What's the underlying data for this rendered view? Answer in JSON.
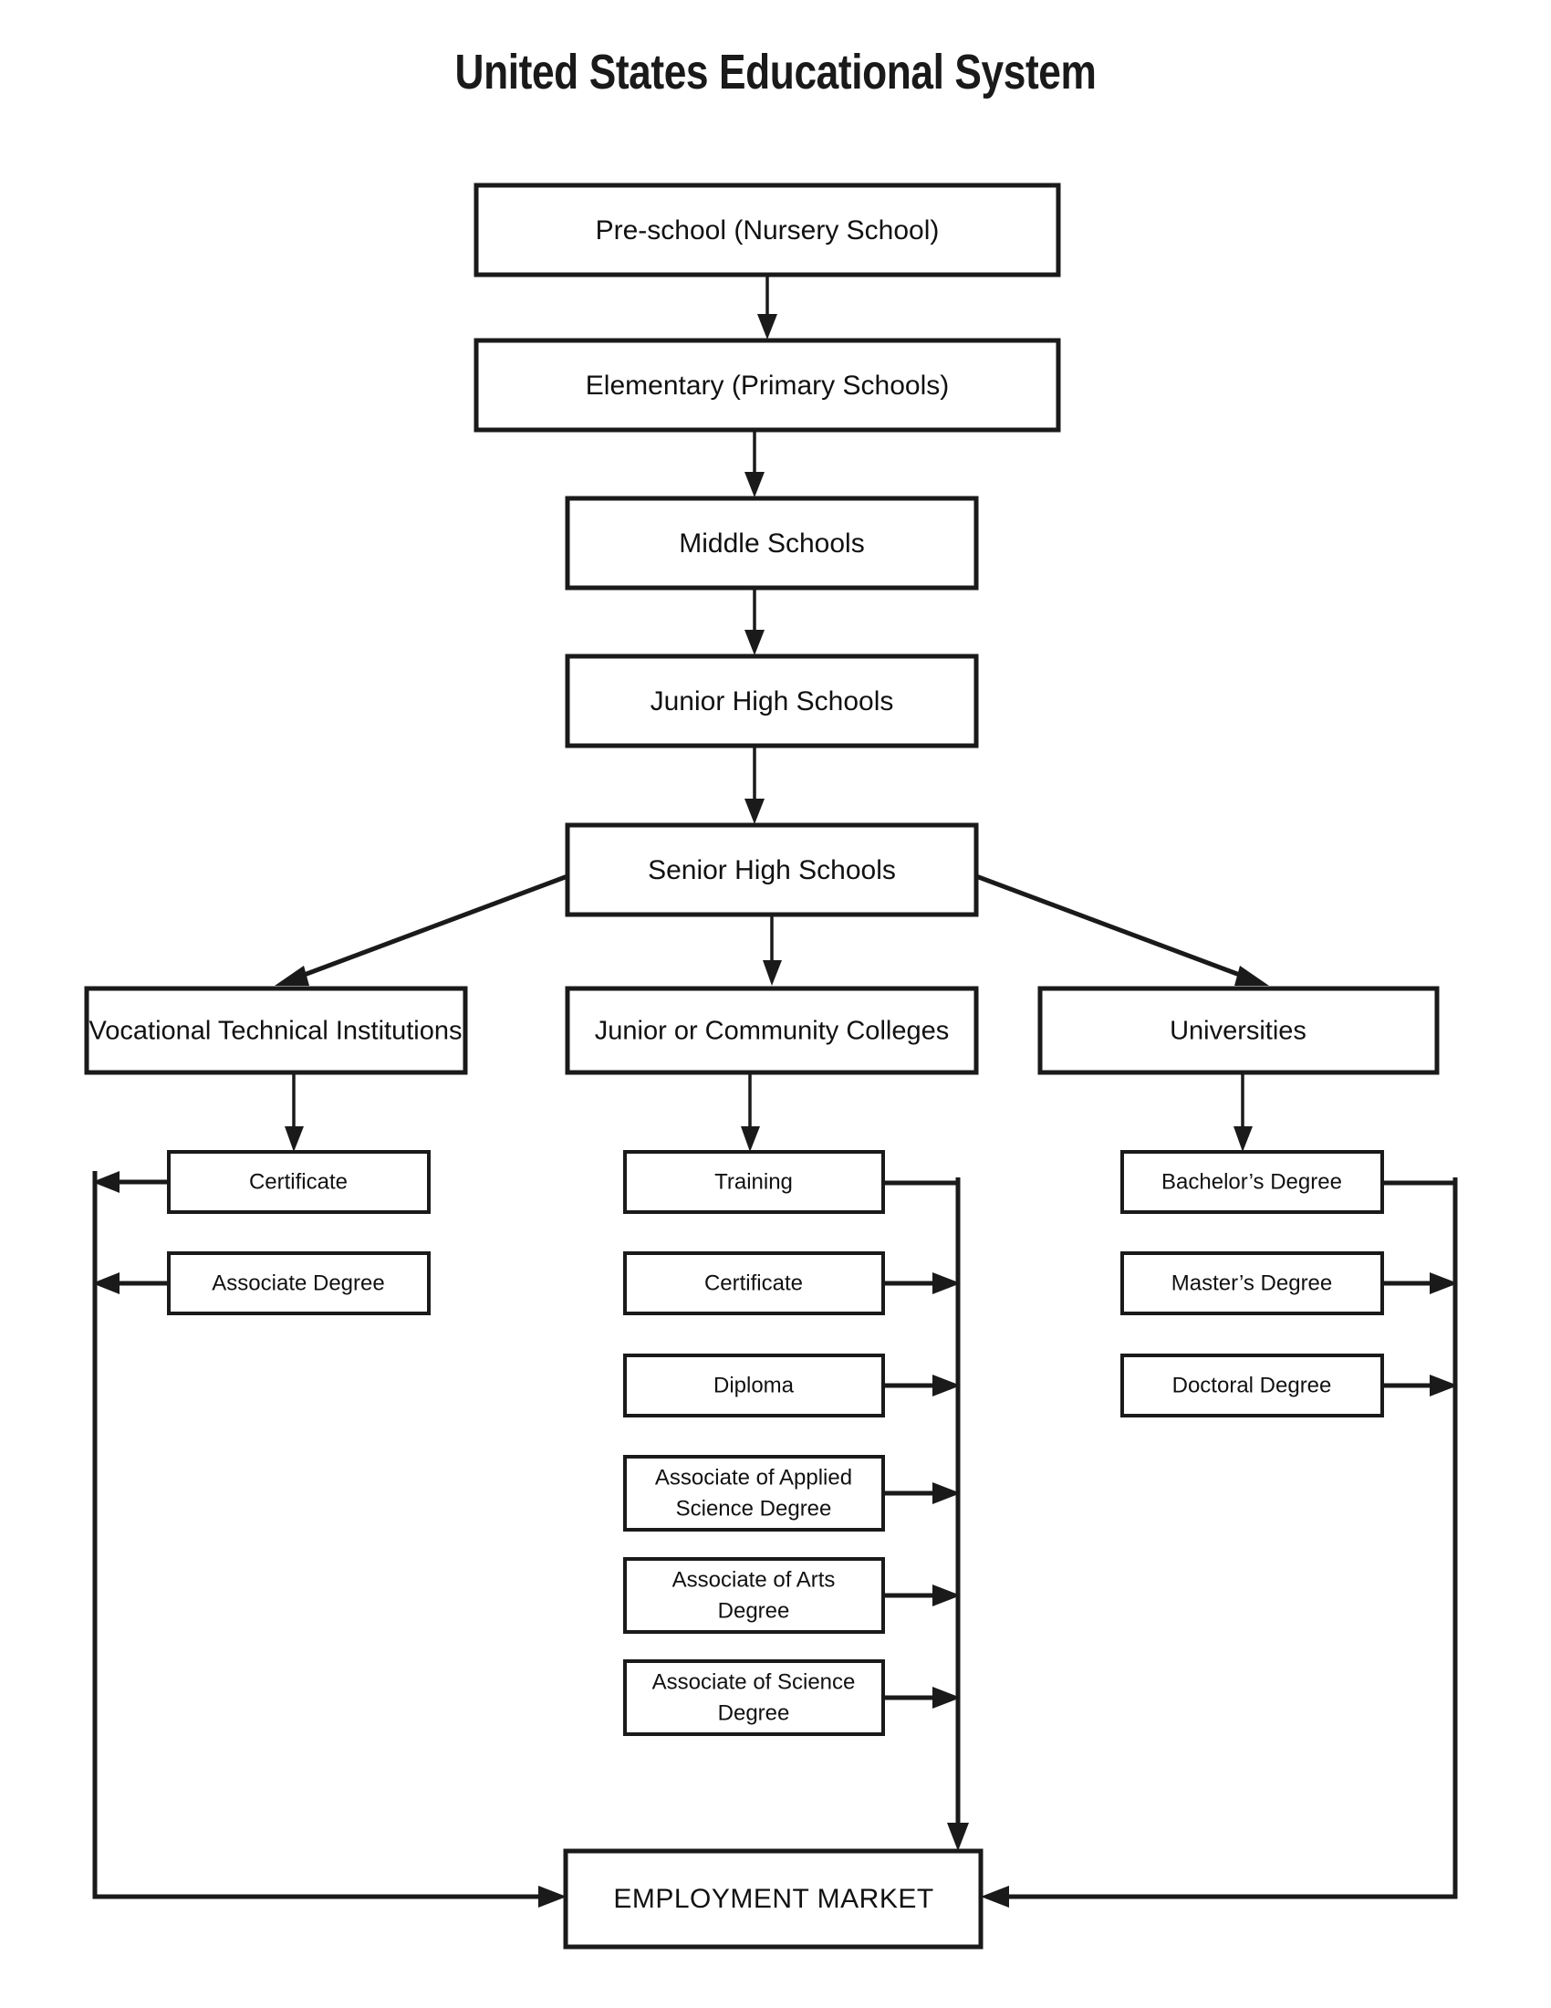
{
  "title": "United States Educational System",
  "chart_data": {
    "type": "diagram",
    "title": "United States Educational System",
    "diagram_kind": "flowchart",
    "nodes": [
      {
        "id": "pre-school",
        "label": "Pre-school (Nursery School)",
        "level": 1,
        "column": "center"
      },
      {
        "id": "elementary",
        "label": "Elementary (Primary Schools)",
        "level": 1,
        "column": "center"
      },
      {
        "id": "middle-schools",
        "label": "Middle Schools",
        "level": 1,
        "column": "center"
      },
      {
        "id": "junior-high-schools",
        "label": "Junior High Schools",
        "level": 1,
        "column": "center"
      },
      {
        "id": "senior-high-schools",
        "label": "Senior High Schools",
        "level": 1,
        "column": "center"
      },
      {
        "id": "vocational-technical-institutions",
        "label": "Vocational Technical Institutions",
        "level": 2,
        "column": "left"
      },
      {
        "id": "junior-or-community-colleges",
        "label": "Junior or Community Colleges",
        "level": 2,
        "column": "center"
      },
      {
        "id": "universities",
        "label": "Universities",
        "level": 2,
        "column": "right"
      },
      {
        "id": "voc-certificate",
        "label": "Certificate",
        "level": 3,
        "column": "left"
      },
      {
        "id": "voc-associate-degree",
        "label": "Associate Degree",
        "level": 3,
        "column": "left"
      },
      {
        "id": "cc-training",
        "label": "Training",
        "level": 3,
        "column": "center"
      },
      {
        "id": "cc-certificate",
        "label": "Certificate",
        "level": 3,
        "column": "center"
      },
      {
        "id": "cc-diploma",
        "label": "Diploma",
        "level": 3,
        "column": "center"
      },
      {
        "id": "cc-associate-applied-science",
        "label": "Associate of Applied Science Degree",
        "label_line1": "Associate of Applied",
        "label_line2": "Science Degree",
        "level": 3,
        "column": "center"
      },
      {
        "id": "cc-associate-arts",
        "label": "Associate of Arts Degree",
        "label_line1": "Associate of Arts",
        "label_line2": "Degree",
        "level": 3,
        "column": "center"
      },
      {
        "id": "cc-associate-science",
        "label": "Associate of Science Degree",
        "label_line1": "Associate of Science",
        "label_line2": "Degree",
        "level": 3,
        "column": "center"
      },
      {
        "id": "uni-bachelors",
        "label": "Bachelor’s Degree",
        "level": 3,
        "column": "right"
      },
      {
        "id": "uni-masters",
        "label": "Master’s Degree",
        "level": 3,
        "column": "right"
      },
      {
        "id": "uni-doctoral",
        "label": "Doctoral Degree",
        "level": 3,
        "column": "right"
      },
      {
        "id": "employment-market",
        "label": "EMPLOYMENT MARKET",
        "level": 4,
        "column": "center"
      }
    ],
    "edges": [
      {
        "from": "pre-school",
        "to": "elementary"
      },
      {
        "from": "elementary",
        "to": "middle-schools"
      },
      {
        "from": "middle-schools",
        "to": "junior-high-schools"
      },
      {
        "from": "junior-high-schools",
        "to": "senior-high-schools"
      },
      {
        "from": "senior-high-schools",
        "to": "vocational-technical-institutions"
      },
      {
        "from": "senior-high-schools",
        "to": "junior-or-community-colleges"
      },
      {
        "from": "senior-high-schools",
        "to": "universities"
      },
      {
        "from": "vocational-technical-institutions",
        "to": "voc-certificate"
      },
      {
        "from": "junior-or-community-colleges",
        "to": "cc-training"
      },
      {
        "from": "universities",
        "to": "uni-bachelors"
      },
      {
        "from": "voc-certificate",
        "to": "employment-market"
      },
      {
        "from": "voc-associate-degree",
        "to": "employment-market"
      },
      {
        "from": "cc-training",
        "to": "employment-market"
      },
      {
        "from": "cc-certificate",
        "to": "employment-market"
      },
      {
        "from": "cc-diploma",
        "to": "employment-market"
      },
      {
        "from": "cc-associate-applied-science",
        "to": "employment-market"
      },
      {
        "from": "cc-associate-arts",
        "to": "employment-market"
      },
      {
        "from": "cc-associate-science",
        "to": "employment-market"
      },
      {
        "from": "uni-bachelors",
        "to": "employment-market"
      },
      {
        "from": "uni-masters",
        "to": "employment-market"
      },
      {
        "from": "uni-doctoral",
        "to": "employment-market"
      }
    ],
    "colors": {
      "background": "#ffffff",
      "stroke": "#1a1a1a",
      "box_fill": "#ffffff",
      "text": "#111111"
    }
  }
}
